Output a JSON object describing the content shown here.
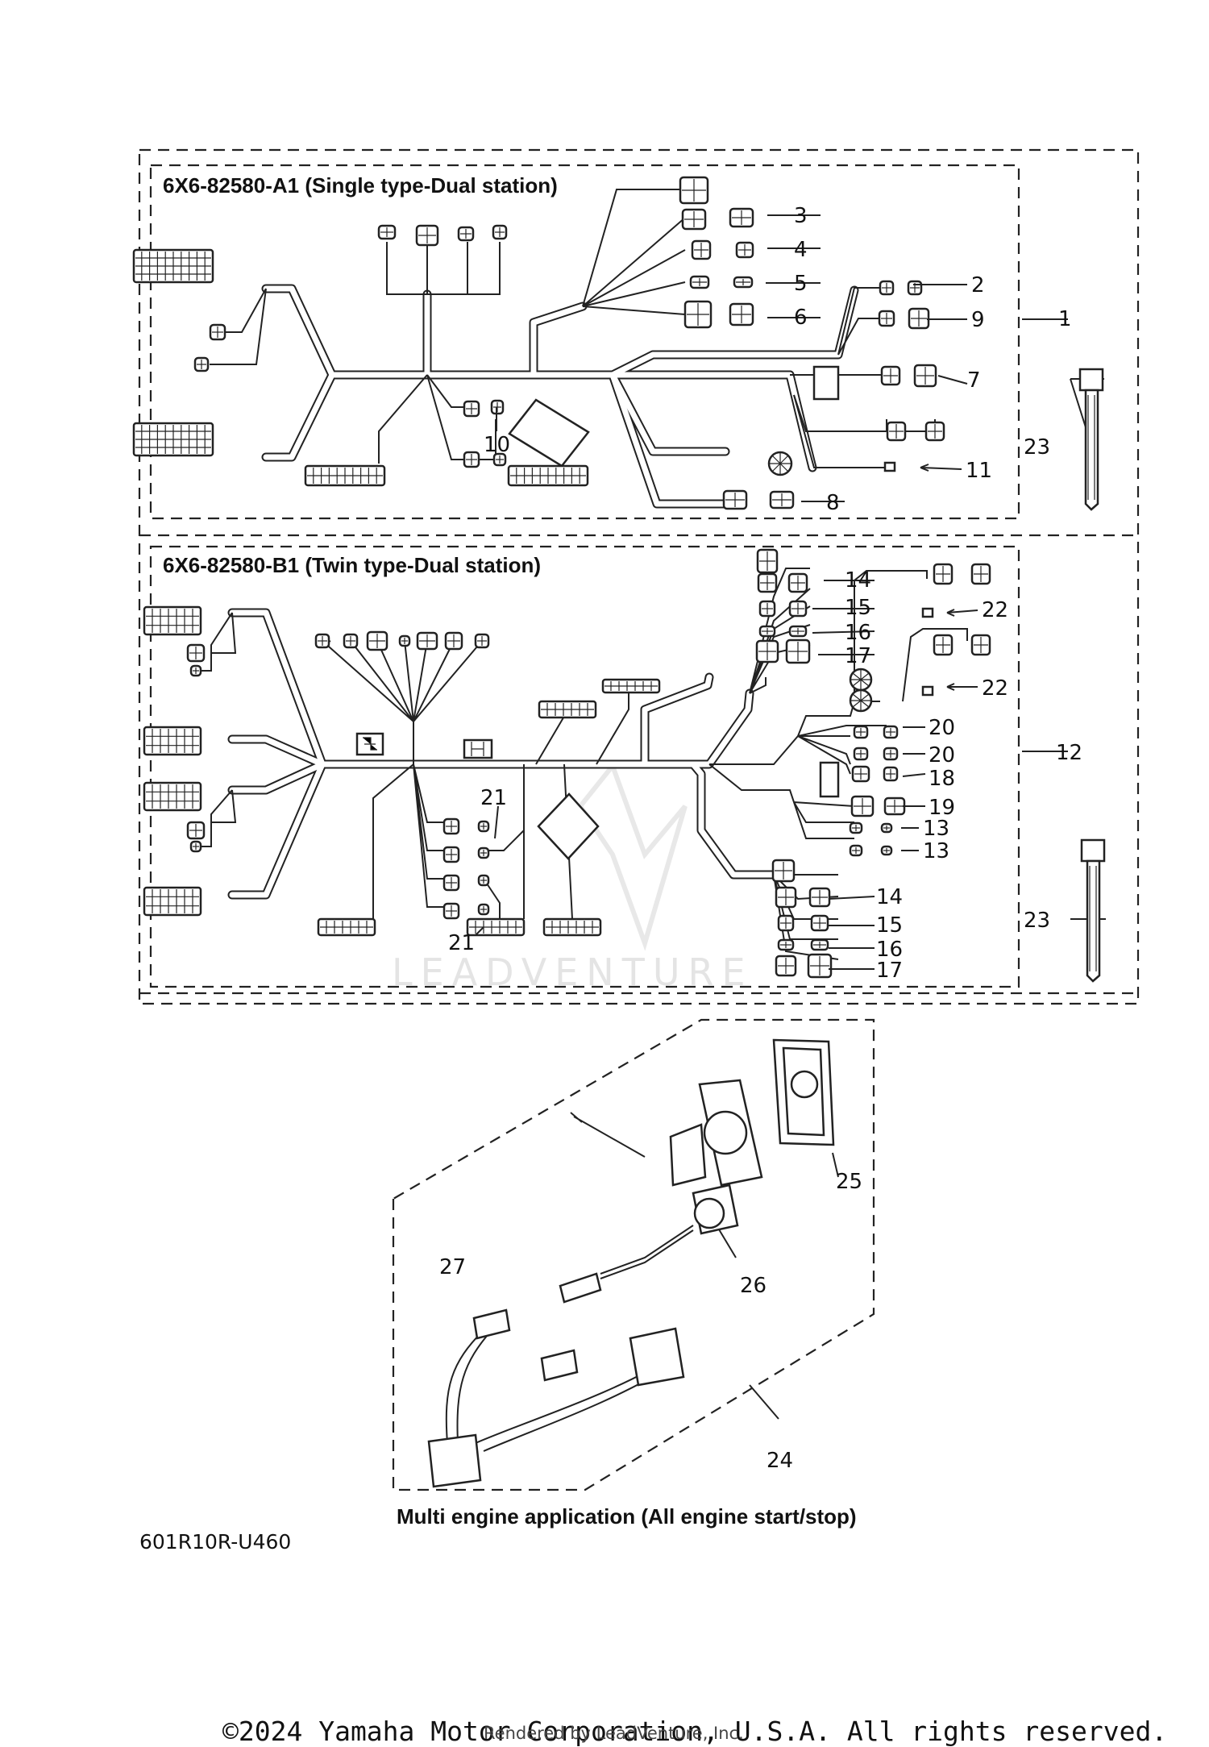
{
  "diagram": {
    "section_a": {
      "title": "6X6-82580-A1 (Single type-Dual station)"
    },
    "section_b": {
      "title": "6X6-82580-B1 (Twin type-Dual station)"
    },
    "section_c": {
      "caption": "Multi engine application (All engine start/stop)"
    },
    "image_code": "601R10R-U460",
    "watermark": "LEADVENTURE",
    "copyright": "©2024 Yamaha Motor Corporation, U.S.A. All rights reserved.",
    "rendered_by": "Rendered by LeadVenture, Inc.",
    "callouts": {
      "a_1": "1",
      "a_2": "2",
      "a_3": "3",
      "a_4": "4",
      "a_5": "5",
      "a_6": "6",
      "a_7": "7",
      "a_8": "8",
      "a_9": "9",
      "a_10": "10",
      "a_11": "11",
      "a_23": "23",
      "b_12": "12",
      "b_13a": "13",
      "b_13b": "13",
      "b_14a": "14",
      "b_14b": "14",
      "b_15a": "15",
      "b_15b": "15",
      "b_16a": "16",
      "b_16b": "16",
      "b_17a": "17",
      "b_17b": "17",
      "b_18": "18",
      "b_19": "19",
      "b_20a": "20",
      "b_20b": "20",
      "b_21a": "21",
      "b_21b": "21",
      "b_22a": "22",
      "b_22b": "22",
      "b_23": "23",
      "c_24": "24",
      "c_25": "25",
      "c_26": "26",
      "c_27": "27"
    }
  }
}
